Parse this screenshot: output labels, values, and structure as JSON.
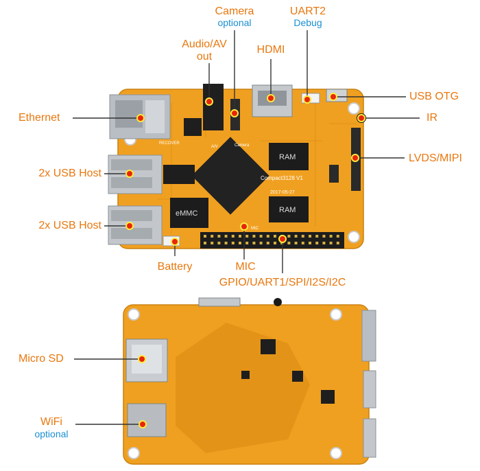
{
  "colors": {
    "label": "#e8770e",
    "optional": "#1a8fd0",
    "board": "#f0a020",
    "board_dark": "#d48a16",
    "leader": "#333333",
    "dot": "#e8250e"
  },
  "top_view": {
    "labels": {
      "camera": "Camera",
      "camera_note": "optional",
      "uart2": "UART2",
      "uart2_note": "Debug",
      "audio": "Audio/AV",
      "audio_line2": "out",
      "hdmi": "HDMI",
      "usb_otg": "USB OTG",
      "ir": "IR",
      "ethernet": "Ethernet",
      "lvds": "LVDS/MIPI",
      "usb_host_1": "2x USB Host",
      "usb_host_2": "2x USB Host",
      "battery": "Battery",
      "mic": "MIC",
      "gpio": "GPIO/UART1/SPI/I2S/I2C"
    },
    "silkscreen": {
      "ram_1": "RAM",
      "ram_2": "RAM",
      "emmc": "eMMC",
      "board_name": "Compact3128 V1",
      "date": "2017-05-27",
      "av": "A/V",
      "camera": "Camera",
      "recover": "RECOVER",
      "mic": "MIC"
    }
  },
  "bottom_view": {
    "labels": {
      "micro_sd": "Micro SD",
      "wifi": "WiFi",
      "wifi_note": "optional"
    }
  }
}
